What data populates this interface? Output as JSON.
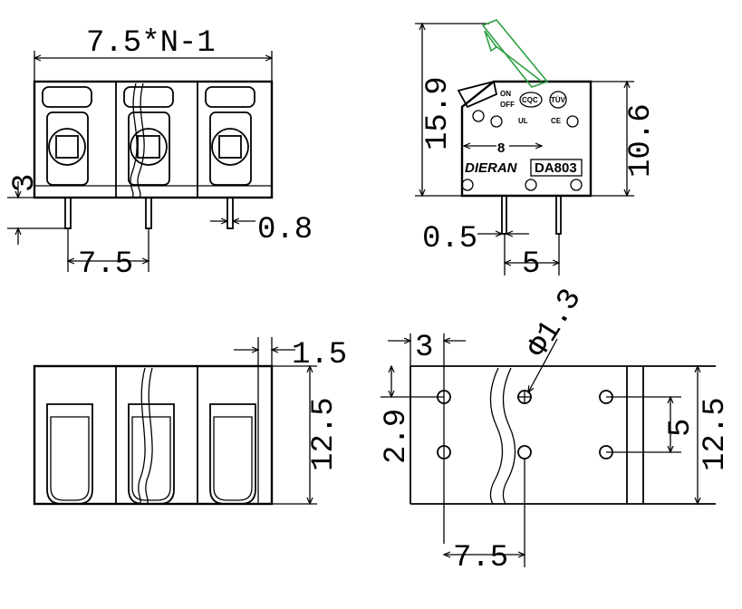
{
  "front_view": {
    "total_width": "7.5*N-1",
    "pin_length": "3",
    "pin_width": "0.8",
    "pitch": "7.5"
  },
  "side_view": {
    "overall_height": "15.9",
    "body_height": "10.6",
    "pin_thickness": "0.5",
    "pin_spacing": "5",
    "wire_mark": "8",
    "brand": "DIERAN",
    "model": "DA803",
    "switch_on": "ON",
    "switch_off": "OFF",
    "cert_1": "CQC",
    "cert_2": "TÜV",
    "cert_3": "UL",
    "cert_4": "CE"
  },
  "top_view": {
    "wall": "1.5",
    "depth": "12.5"
  },
  "pcb": {
    "edge_offset": "3",
    "hole_diameter": "Φ1.3",
    "row_offset": "2.9",
    "row_spacing": "5",
    "depth": "12.5",
    "pitch": "7.5"
  },
  "colors": {
    "lines": "#000000",
    "lever": "#2ea043",
    "background": "#ffffff"
  }
}
